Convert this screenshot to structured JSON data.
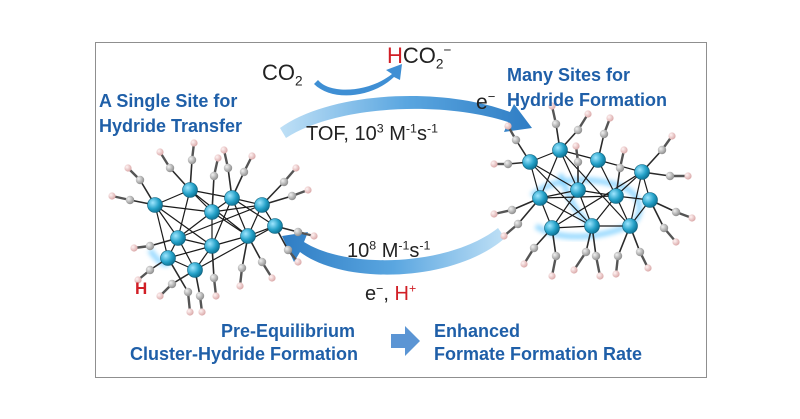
{
  "labels": {
    "co2_reactant": "CO",
    "co2_sub": "2",
    "product_h": "H",
    "product_rest": "CO",
    "product_sub": "2",
    "product_charge": "−",
    "electron_top_e": "e",
    "electron_top_charge": "−",
    "single_site_line1": "A Single Site for",
    "single_site_line2": "Hydride Transfer",
    "many_sites_line1": "Many Sites for",
    "many_sites_line2": "Hydride Formation",
    "tof_prefix": "TOF, 10",
    "tof_exp": "3",
    "tof_units_m": " M",
    "tof_units_m_exp": "-1",
    "tof_units_s": "s",
    "tof_units_s_exp": "-1",
    "rate_prefix": "10",
    "rate_exp": "8",
    "rate_units_m": " M",
    "rate_units_m_exp": "-1",
    "rate_units_s": "s",
    "rate_units_s_exp": "-1",
    "bottom_e": "e",
    "bottom_e_charge": "−",
    "bottom_comma": ", ",
    "bottom_h": "H",
    "bottom_h_charge": "+",
    "hydride_h": "H",
    "pre_line1": "Pre-Equilibrium",
    "pre_line2": "Cluster-Hydride Formation",
    "enh_line1": "Enhanced",
    "enh_line2": "Formate Formation Rate"
  },
  "colors": {
    "title_blue": "#1f5fa8",
    "arrow_blue": "#3f8fd4",
    "accent_red": "#d11f26",
    "fe_atom": "#2a9fc4",
    "c_atom": "#9a9a9a",
    "h_atom": "#e8c4c4",
    "bond": "#1a1a1a"
  },
  "icons": {
    "implication_arrow": "block-arrow-right-icon",
    "left_cluster": "metal-carbonyl-cluster-icon",
    "right_cluster": "metal-carbonyl-cluster-icon"
  }
}
